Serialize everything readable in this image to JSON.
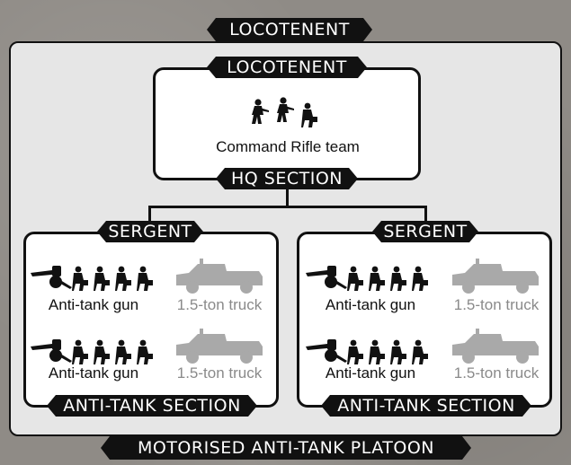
{
  "colors": {
    "panel_bg": "#e6e6e6",
    "banner_bg": "#111111",
    "banner_text": "#ffffff",
    "truck_grey": "#a9a9a9"
  },
  "platoon": {
    "top_banner": "LOCOTENENT",
    "bottom_banner": "MOTORISED ANTI-TANK PLATOON"
  },
  "hq": {
    "top_banner": "LOCOTENENT",
    "team_label": "Command Rifle team",
    "bottom_banner": "HQ SECTION",
    "icon": "command-rifle-team-icon"
  },
  "sections": [
    {
      "top_banner": "SERGENT",
      "bottom_banner": "ANTI-TANK SECTION",
      "teams": [
        {
          "gun_label": "Anti-tank gun",
          "truck_label": "1.5-ton truck"
        },
        {
          "gun_label": "Anti-tank gun",
          "truck_label": "1.5-ton truck"
        }
      ]
    },
    {
      "top_banner": "SERGENT",
      "bottom_banner": "ANTI-TANK SECTION",
      "teams": [
        {
          "gun_label": "Anti-tank gun",
          "truck_label": "1.5-ton truck"
        },
        {
          "gun_label": "Anti-tank gun",
          "truck_label": "1.5-ton truck"
        }
      ]
    }
  ]
}
